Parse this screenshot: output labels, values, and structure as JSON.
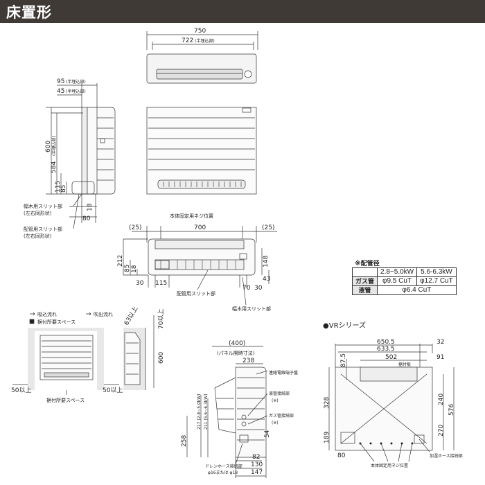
{
  "title": "床置形",
  "front_top": {
    "w750": "750",
    "w722": "722",
    "note_hanmaikomi": "(半埋込部)"
  },
  "side": {
    "d95": "95",
    "d45": "45",
    "note1": "(半埋込部)",
    "note2": "(半埋込部)",
    "h600": "600",
    "h584": "584",
    "note_v": "(半埋込部)",
    "h115": "115",
    "h85": "85",
    "h18": "18",
    "h80": "80",
    "slit_baseboard": "幅木用スリット部",
    "slit_baseboard_sub": "(左右同形状)",
    "slit_pipe": "配管用スリット部",
    "slit_pipe_sub": "(左右同形状)"
  },
  "bottom_view": {
    "screw_pos": "本体固定用ネジ位置",
    "l25": "(25)",
    "w700": "700",
    "r25": "(25)",
    "h212": "212",
    "h85": "85",
    "h18": "18",
    "h148": "148",
    "w30": "30",
    "w115": "115",
    "w70": "70",
    "w30b": "30",
    "h43": "43",
    "slit_pipe": "配管用スリット部",
    "slit_baseboard": "幅木用スリット部"
  },
  "pipe_spec": {
    "title": "※配管径",
    "headers": [
      "",
      "2.8~5.0kW",
      "5.6-6.3kW"
    ],
    "rows": [
      {
        "label": "ガス管",
        "a": "φ9.5 CuT",
        "b": "φ12.7 CuT"
      },
      {
        "label": "液管",
        "a": "φ6.4 CuT"
      }
    ]
  },
  "install_space": {
    "legend_in": "吸込流れ",
    "legend_out": "吹出流れ",
    "legend_space": "据付所要スペース",
    "d63": "63以上",
    "d70": "70以上",
    "h600": "600",
    "l50": "50以上",
    "r50": "50以上",
    "bottom": "据付所要スペース"
  },
  "vr_title": "●VRシリーズ",
  "side_pipe": {
    "w400": "(400)",
    "panel_note": "(パネル開時寸法)",
    "w238": "238",
    "h217a": "217 (2.8~5.0kW)",
    "h211b": "211 (5.6~6.3kW)",
    "h258": "258",
    "h54": "54",
    "h82": "82",
    "h130": "130",
    "h147": "147",
    "terminal": "連絡電線端子盤",
    "liquid": "液管接続部",
    "liquid_note": "(※)",
    "gas": "ガス管接続部",
    "gas_note": "(※)",
    "drain": "ドレンホース接続部",
    "drain_sub": "φ16または φ18"
  },
  "back_view": {
    "w650": "650.5",
    "w633": "633.5",
    "w502": "502",
    "w32": "32",
    "w91": "91",
    "h87": "87.5",
    "h328": "328",
    "h240": "240",
    "h576": "576",
    "h189": "189",
    "h270": "270",
    "w80": "80",
    "plate": "据付板",
    "screw_pos": "本体固定用ネジ位置",
    "humid": "加湿ホース接続部"
  }
}
